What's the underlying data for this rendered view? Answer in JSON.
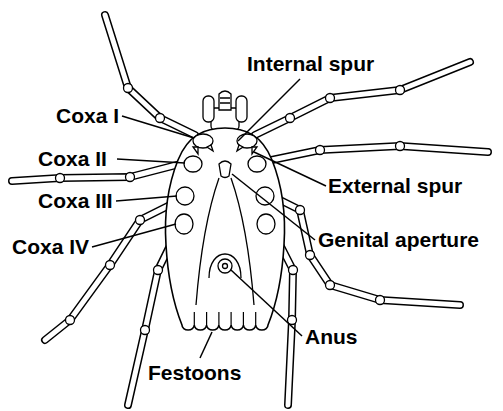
{
  "diagram": {
    "labels": [
      "Internal spur",
      "Coxa I",
      "Coxa II",
      "External spur",
      "Coxa III",
      "Genital aperture",
      "Coxa IV",
      "Anus",
      "Festoons"
    ]
  }
}
